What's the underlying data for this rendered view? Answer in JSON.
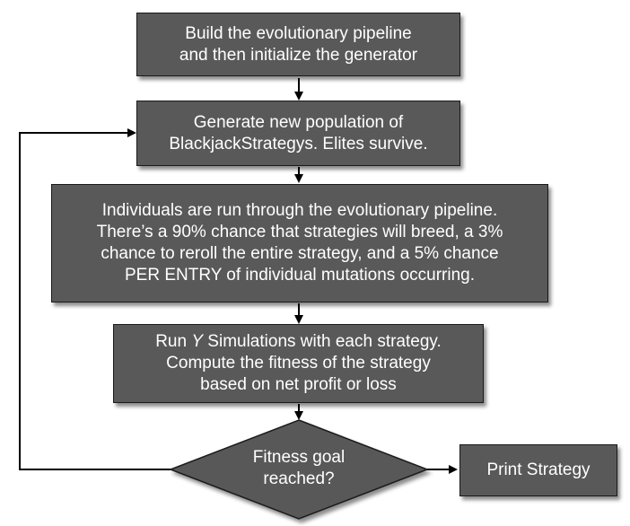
{
  "nodes": {
    "build": {
      "line1": "Build the evolutionary pipeline",
      "line2": "and then initialize the generator"
    },
    "generate": {
      "line1": "Generate new population of",
      "line2": "BlackjackStrategys. Elites survive."
    },
    "pipeline": {
      "line1": "Individuals are run through the evolutionary pipeline.",
      "line2": "There’s a 90% chance that strategies will breed, a 3%",
      "line3": "chance to reroll the entire strategy, and a 5% chance",
      "line4": "PER ENTRY of individual mutations occurring."
    },
    "simulate": {
      "line1_prefix": "Run ",
      "line1_var": "Y",
      "line1_suffix": " Simulations with each strategy.",
      "line2": "Compute the fitness of the strategy",
      "line3": "based on net profit or loss"
    },
    "decision": {
      "line1": "Fitness goal",
      "line2": "reached?"
    },
    "print": {
      "label": "Print Strategy"
    }
  },
  "colors": {
    "box_fill": "#595959",
    "text": "#ffffff",
    "border": "#1a1a1a",
    "arrow": "#000000"
  }
}
